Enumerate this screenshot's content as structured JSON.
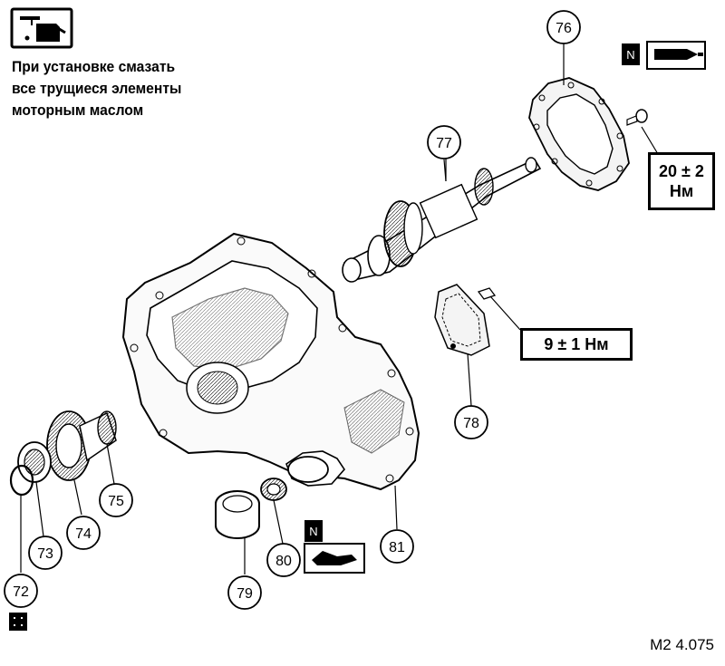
{
  "instruction": {
    "text": "При установке смазать\nвсе трущиеся элементы\nмоторным маслом"
  },
  "callouts": [
    {
      "num": "72"
    },
    {
      "num": "73"
    },
    {
      "num": "74"
    },
    {
      "num": "75"
    },
    {
      "num": "76"
    },
    {
      "num": "77"
    },
    {
      "num": "78"
    },
    {
      "num": "79"
    },
    {
      "num": "80"
    },
    {
      "num": "81"
    }
  ],
  "torque": {
    "bolts_76": {
      "value": "20 ± 2",
      "unit": "Нм"
    },
    "bolt_78": "9 ± 1 Нм"
  },
  "badges": {
    "new_part": "N"
  },
  "icons": {
    "oil_can": "oil-can-icon",
    "sealant_tube": "sealant-tube-icon",
    "grease_gun": "grease-gun-icon",
    "special_tool": "special-tool-icon"
  },
  "figure_id": "M2 4.075"
}
